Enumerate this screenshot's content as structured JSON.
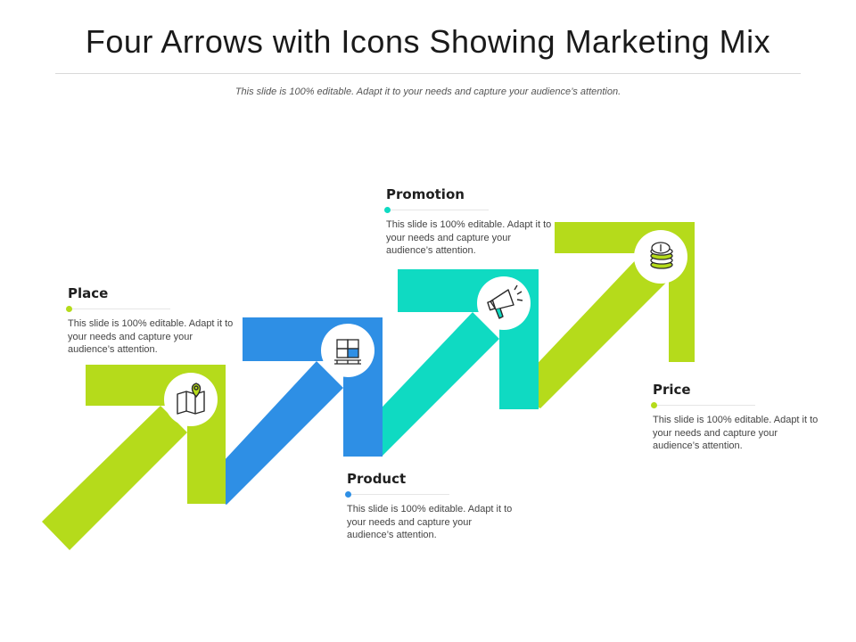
{
  "slide": {
    "title": "Four Arrows with Icons Showing Marketing Mix",
    "subtitle": "This slide is 100% editable. Adapt it to your needs and capture your audience’s attention."
  },
  "colors": {
    "lime": "#b5db1b",
    "blue": "#2e8fe5",
    "teal": "#0fdac2",
    "icon_stroke": "#2a2a2a"
  },
  "items": [
    {
      "key": "place",
      "heading": "Place",
      "text": "This slide is 100% editable. Adapt it to your needs and capture your audience’s attention.",
      "dot_color": "#b5db1b",
      "icon": "map-pin-icon"
    },
    {
      "key": "product",
      "heading": "Product",
      "text": "This slide is 100% editable. Adapt it to your needs and capture your audience’s attention.",
      "dot_color": "#2e8fe5",
      "icon": "boxes-pallet-icon"
    },
    {
      "key": "promotion",
      "heading": "Promotion",
      "text": "This slide is 100% editable. Adapt it to your needs and capture your audience’s attention.",
      "dot_color": "#0fdac2",
      "icon": "megaphone-icon"
    },
    {
      "key": "price",
      "heading": "Price",
      "text": "This slide is 100% editable. Adapt it to your needs and capture your audience’s attention.",
      "dot_color": "#b5db1b",
      "icon": "coins-icon"
    }
  ]
}
